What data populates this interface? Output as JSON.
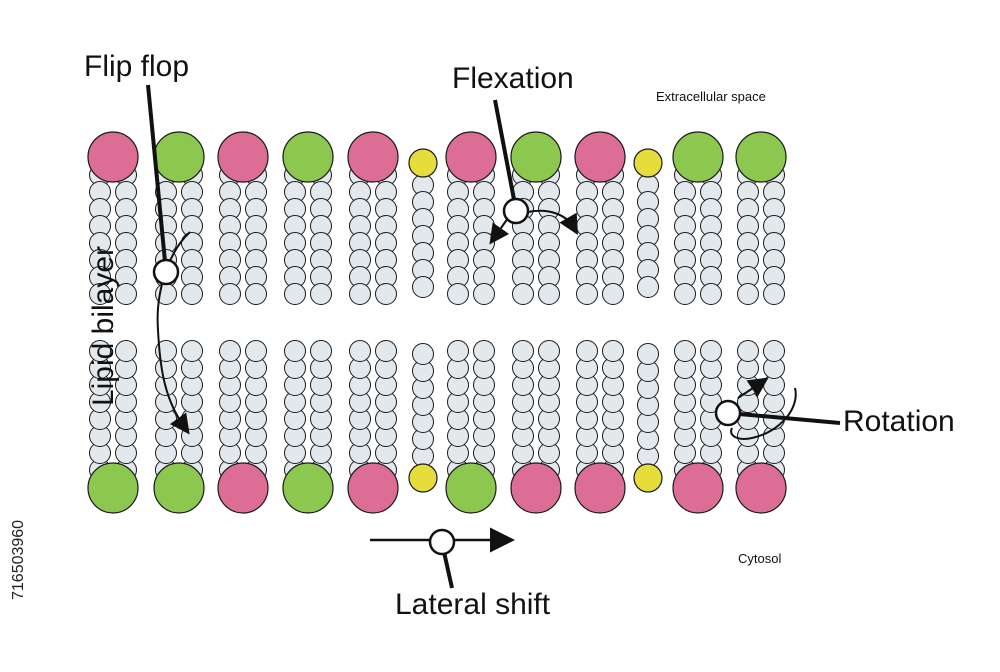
{
  "labels": {
    "flip_flop": "Flip flop",
    "flexation": "Flexation",
    "rotation": "Rotation",
    "lateral_shift": "Lateral shift",
    "extracellular": "Extracellular space",
    "cytosol": "Cytosol",
    "side": "Lipid bilayer",
    "stock_id": "716503960"
  },
  "colors": {
    "pink": "#dc6d95",
    "green": "#8cc850",
    "yellow": "#e6dc3c",
    "tail_fill": "#e3e8ec",
    "outline": "#1a1a1a"
  },
  "lipids": {
    "top_row": [
      "pink",
      "green",
      "pink",
      "green",
      "pink",
      "yellow",
      "pink",
      "green",
      "pink",
      "yellow",
      "green",
      "green"
    ],
    "bottom_row": [
      "green",
      "green",
      "pink",
      "green",
      "pink",
      "yellow",
      "green",
      "pink",
      "pink",
      "yellow",
      "pink",
      "pink"
    ]
  }
}
